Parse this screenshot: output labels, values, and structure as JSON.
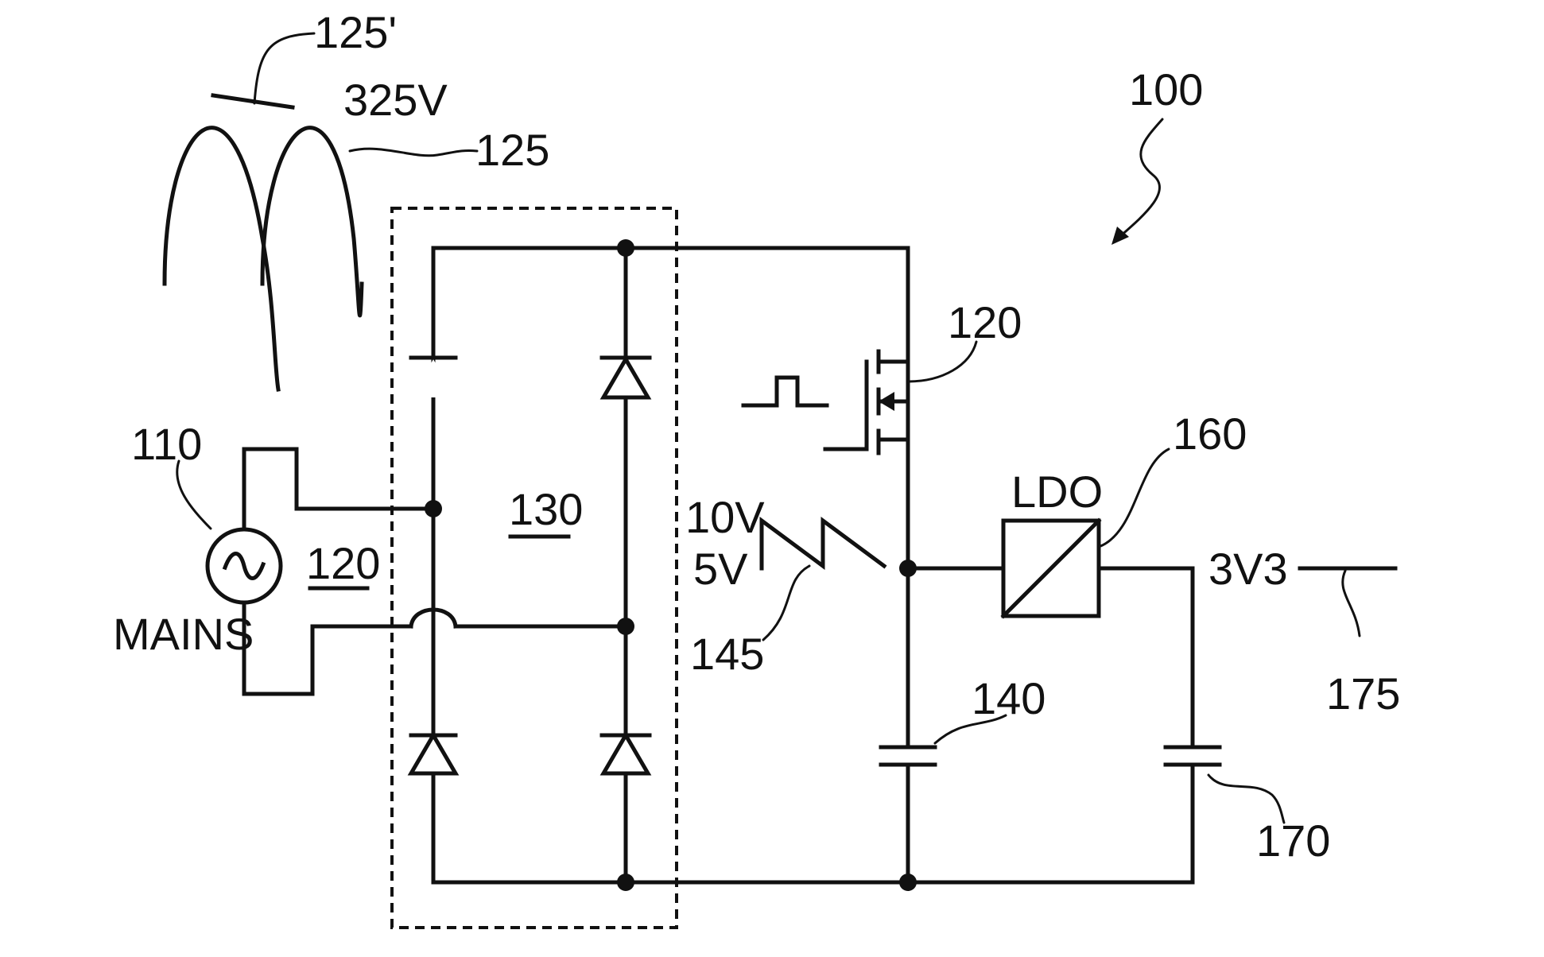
{
  "figure": {
    "reference_numeral": "100",
    "waveform": {
      "peak_label": "325V",
      "rectified_label": "125",
      "hump_label": "125'"
    },
    "source": {
      "label": "110",
      "name": "MAINS",
      "line_label": "120"
    },
    "rectifier": {
      "label": "130"
    },
    "switch": {
      "label": "120",
      "voltage_high": "10V",
      "voltage_low": "5V",
      "comparator_label": "145"
    },
    "capacitor_1": {
      "label": "140"
    },
    "regulator": {
      "name": "LDO",
      "label": "160"
    },
    "output": {
      "voltage": "3V3",
      "rail_label": "175"
    },
    "capacitor_2": {
      "label": "170"
    }
  }
}
